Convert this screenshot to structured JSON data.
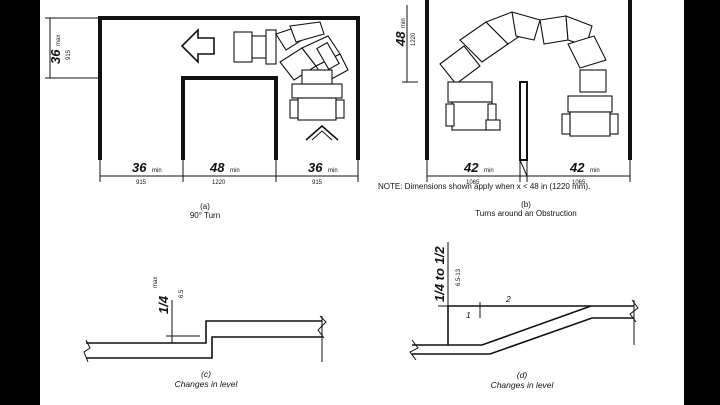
{
  "panel_a": {
    "left_dim": "36",
    "left_dim_unit": "max",
    "left_dim_mm": "915",
    "bottom_left": "36",
    "bottom_left_unit": "min",
    "bottom_left_mm": "915",
    "bottom_mid": "48",
    "bottom_mid_unit": "min",
    "bottom_mid_mm": "1220",
    "bottom_right": "36",
    "bottom_right_unit": "min",
    "bottom_right_mm": "915",
    "label": "(a)",
    "caption": "90° Turn"
  },
  "panel_b": {
    "top_dim": "48",
    "top_dim_unit": "min",
    "top_dim_mm": "1220",
    "bottom_left": "42",
    "bottom_left_unit": "min",
    "bottom_left_mm": "1065",
    "bottom_right": "42",
    "bottom_right_unit": "min",
    "bottom_right_mm": "1065",
    "note": "NOTE: Dimensions shown apply when x < 48 in (1220 mm).",
    "label": "(b)",
    "caption": "Turns around an Obstruction"
  },
  "panel_c": {
    "dim": "1/4",
    "dim_unit": "max",
    "dim_mm": "6.5",
    "label": "(c)",
    "caption": "Changes in level"
  },
  "panel_d": {
    "dim": "1/4 to 1/2",
    "dim_mm": "6.5-13",
    "slope_run": "2",
    "slope_rise": "1",
    "label": "(d)",
    "caption": "Changes in level"
  }
}
